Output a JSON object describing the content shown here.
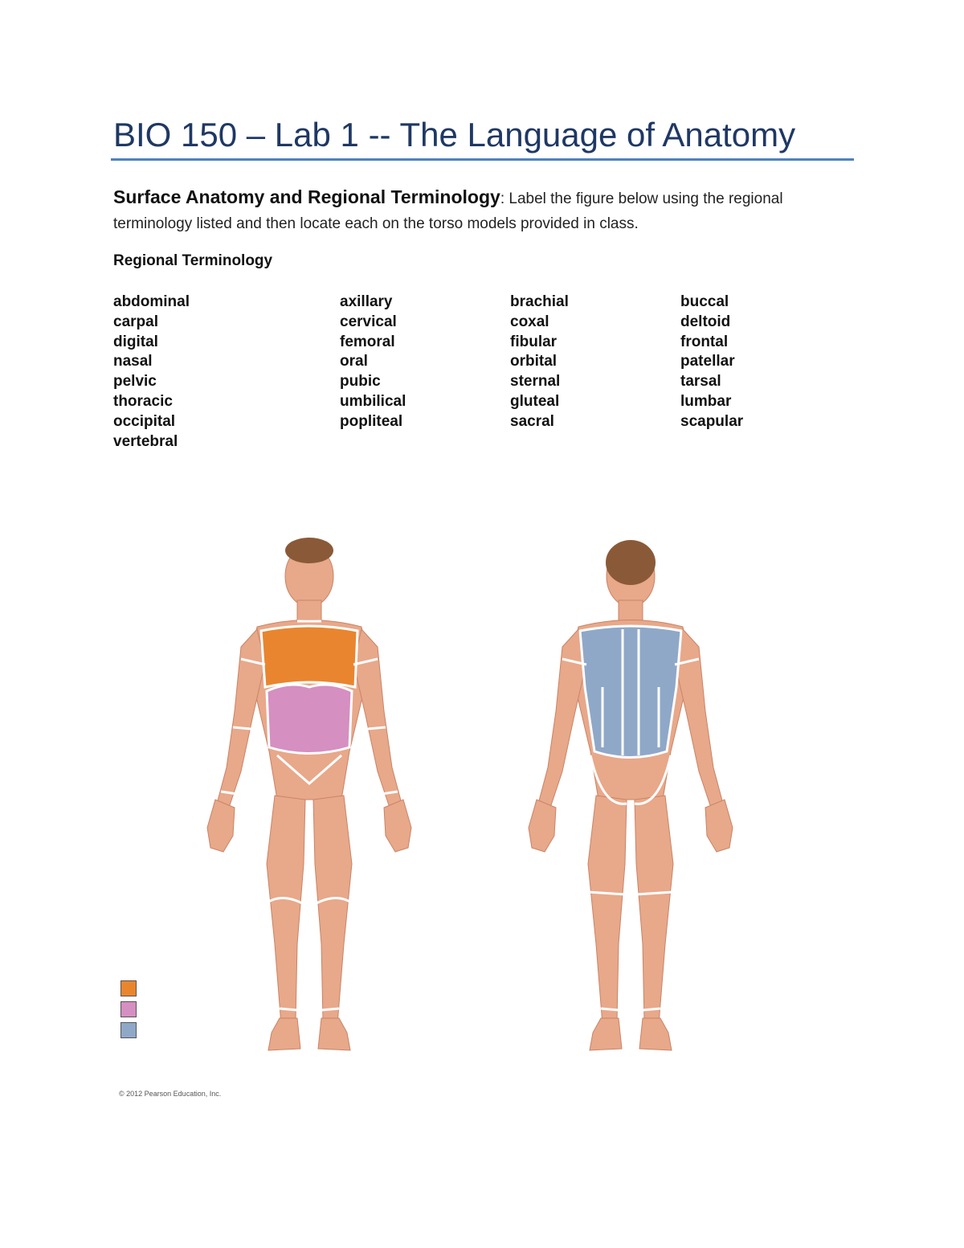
{
  "header": {
    "title": "BIO 150 – Lab 1 -- The Language of Anatomy"
  },
  "intro": {
    "heading": "Surface Anatomy and Regional Terminology",
    "colon": ":",
    "text": " Label the figure below using the regional terminology listed and then locate each on the torso models provided in class."
  },
  "terminology": {
    "heading": "Regional Terminology",
    "columns": [
      [
        "abdominal",
        "carpal",
        "digital",
        "nasal",
        "pelvic",
        "thoracic",
        "occipital",
        "vertebral"
      ],
      [
        "axillary",
        "cervical",
        "femoral",
        "oral",
        "pubic",
        "umbilical",
        "popliteal"
      ],
      [
        "brachial",
        "coxal",
        "fibular",
        "orbital",
        "sternal",
        "gluteal",
        "sacral"
      ],
      [
        "buccal",
        "deltoid",
        "frontal",
        "patellar",
        "tarsal",
        "lumbar",
        "scapular"
      ]
    ]
  },
  "figure": {
    "colors": {
      "skin": "#e8a88a",
      "skin_shade": "#c98466",
      "hair": "#8a5a38",
      "thorax": "#e9852f",
      "abdomen": "#d58fc0",
      "back": "#8fa8c8",
      "line": "#ffffff"
    }
  },
  "legend": {
    "swatches": [
      {
        "color": "#e9852f"
      },
      {
        "color": "#d58fc0"
      },
      {
        "color": "#8fa8c8"
      }
    ]
  },
  "footer": {
    "copyright": "© 2012 Pearson Education, Inc."
  }
}
